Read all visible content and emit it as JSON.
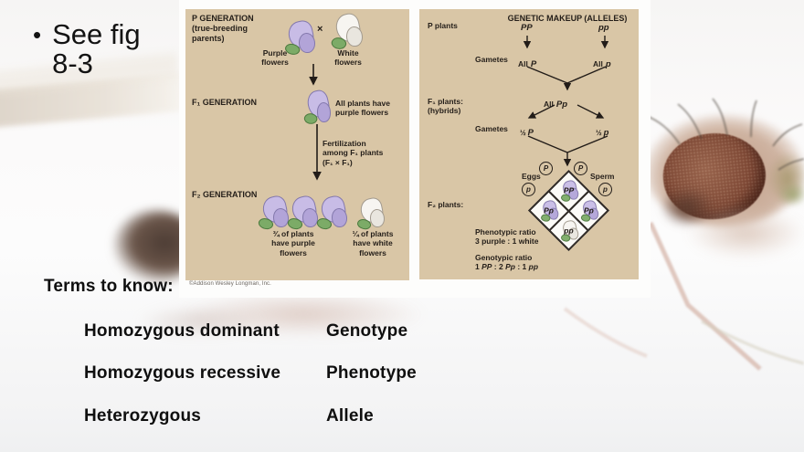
{
  "slide": {
    "bullet_glyph": "•",
    "bullet_text": "See fig 8-3",
    "terms_heading": "Terms to know:",
    "terms": [
      {
        "left": "Homozygous dominant",
        "right": "Genotype"
      },
      {
        "left": "Homozygous recessive",
        "right": "Phenotype"
      },
      {
        "left": "Heterozygous",
        "right": "Allele"
      }
    ]
  },
  "figure": {
    "copyright": "©Addison Wesley Longman, Inc.",
    "left_panel": {
      "p_gen": {
        "title": [
          "P GENERATION",
          "(true-breeding",
          "parents)"
        ],
        "cross": "×",
        "purple_label": [
          "Purple",
          "flowers"
        ],
        "white_label": [
          "White",
          "flowers"
        ]
      },
      "f1_gen": {
        "title": "F₁ GENERATION",
        "note": [
          "All plants have",
          "purple flowers"
        ],
        "fertilization": [
          "Fertilization",
          "among F₁ plants",
          "(F₁ × F₁)"
        ]
      },
      "f2_gen": {
        "title": "F₂ GENERATION",
        "purple_fraction": [
          "¾ of plants",
          "have purple",
          "flowers"
        ],
        "white_fraction": [
          "¼ of plants",
          "have white",
          "flowers"
        ]
      }
    },
    "right_panel": {
      "title": "GENETIC MAKEUP (ALLELES)",
      "p_plants_label": "P plants",
      "genotype_dominant": "PP",
      "genotype_recessive": "pp",
      "gametes_label": "Gametes",
      "all_label": "All",
      "allele_dominant": "P",
      "allele_recessive": "p",
      "f1_label": [
        "F₁ plants:",
        "(hybrids)"
      ],
      "all_hybrid": "Pp",
      "half": "½",
      "eggs_label": "Eggs",
      "sperm_label": "Sperm",
      "f2_label": "F₂ plants:",
      "punnett": {
        "top": "PP",
        "left": "Pp",
        "right": "Pp",
        "bottom": "pp"
      },
      "phenotypic": [
        "Phenotypic ratio",
        "3 purple : 1 white"
      ],
      "genotypic_title": "Genotypic ratio",
      "genotypic_parts": [
        "1 ",
        "PP",
        " : 2 ",
        "Pp",
        " : 1 ",
        "pp"
      ]
    },
    "colors": {
      "panel_bg": "#d9c6a6",
      "flower_purple": "#c8bce6",
      "flower_white": "#f6f4f0",
      "fly_eye_brown": "#7d4734"
    }
  }
}
